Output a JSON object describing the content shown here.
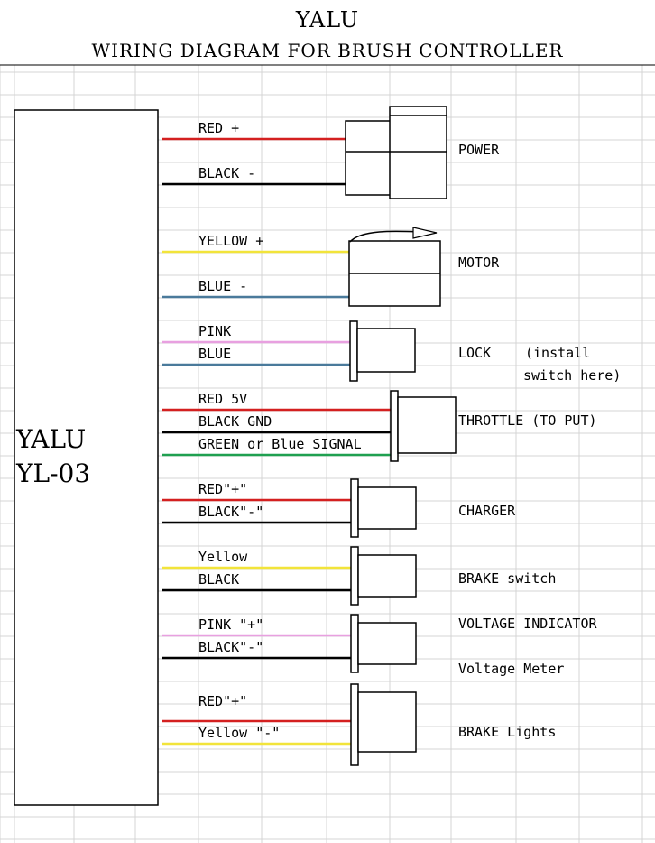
{
  "title": "YALU",
  "subtitle": "WIRING DIAGRAM FOR BRUSH CONTROLLER",
  "controller": {
    "brand": "YALU",
    "model": "YL-03"
  },
  "colors": {
    "red": "#d42020",
    "black": "#000000",
    "yellow": "#f2e43a",
    "blue": "#4a7a9b",
    "pink": "#e8a0e0",
    "green": "#1fa050",
    "grid": "#d4d4d4"
  },
  "groups": [
    {
      "id": "power",
      "label": "POWER",
      "wires": [
        {
          "text": "RED   +",
          "color": "red"
        },
        {
          "text": "BLACK   -",
          "color": "black"
        }
      ]
    },
    {
      "id": "motor",
      "label": "MOTOR",
      "wires": [
        {
          "text": "YELLOW   +",
          "color": "yellow"
        },
        {
          "text": "BLUE  -",
          "color": "blue"
        }
      ]
    },
    {
      "id": "lock",
      "label": "LOCK",
      "note_line1": "(install",
      "note_line2": "switch here)",
      "wires": [
        {
          "text": "PINK",
          "color": "pink"
        },
        {
          "text": "BLUE",
          "color": "blue"
        }
      ]
    },
    {
      "id": "throttle",
      "label": "THROTTLE (TO PUT)",
      "wires": [
        {
          "text": "RED  5V",
          "color": "red"
        },
        {
          "text": "BLACK  GND",
          "color": "black"
        },
        {
          "text": "GREEN or Blue SIGNAL",
          "color": "green"
        }
      ]
    },
    {
      "id": "charger",
      "label": "CHARGER",
      "wires": [
        {
          "text": "RED\"+\"",
          "color": "red"
        },
        {
          "text": "BLACK\"-\"",
          "color": "black"
        }
      ]
    },
    {
      "id": "brake-switch",
      "label": "BRAKE switch",
      "wires": [
        {
          "text": "Yellow",
          "color": "yellow"
        },
        {
          "text": "BLACK",
          "color": "black"
        }
      ]
    },
    {
      "id": "voltage-indicator",
      "label": "VOLTAGE INDICATOR",
      "label2": "Voltage Meter",
      "wires": [
        {
          "text": "PINK \"+\"",
          "color": "pink"
        },
        {
          "text": "BLACK\"-\"",
          "color": "black"
        }
      ]
    },
    {
      "id": "brake-lights",
      "label": "BRAKE Lights",
      "wires": [
        {
          "text": "RED\"+\"",
          "color": "red"
        },
        {
          "text": "Yellow \"-\"",
          "color": "yellow"
        }
      ]
    }
  ]
}
